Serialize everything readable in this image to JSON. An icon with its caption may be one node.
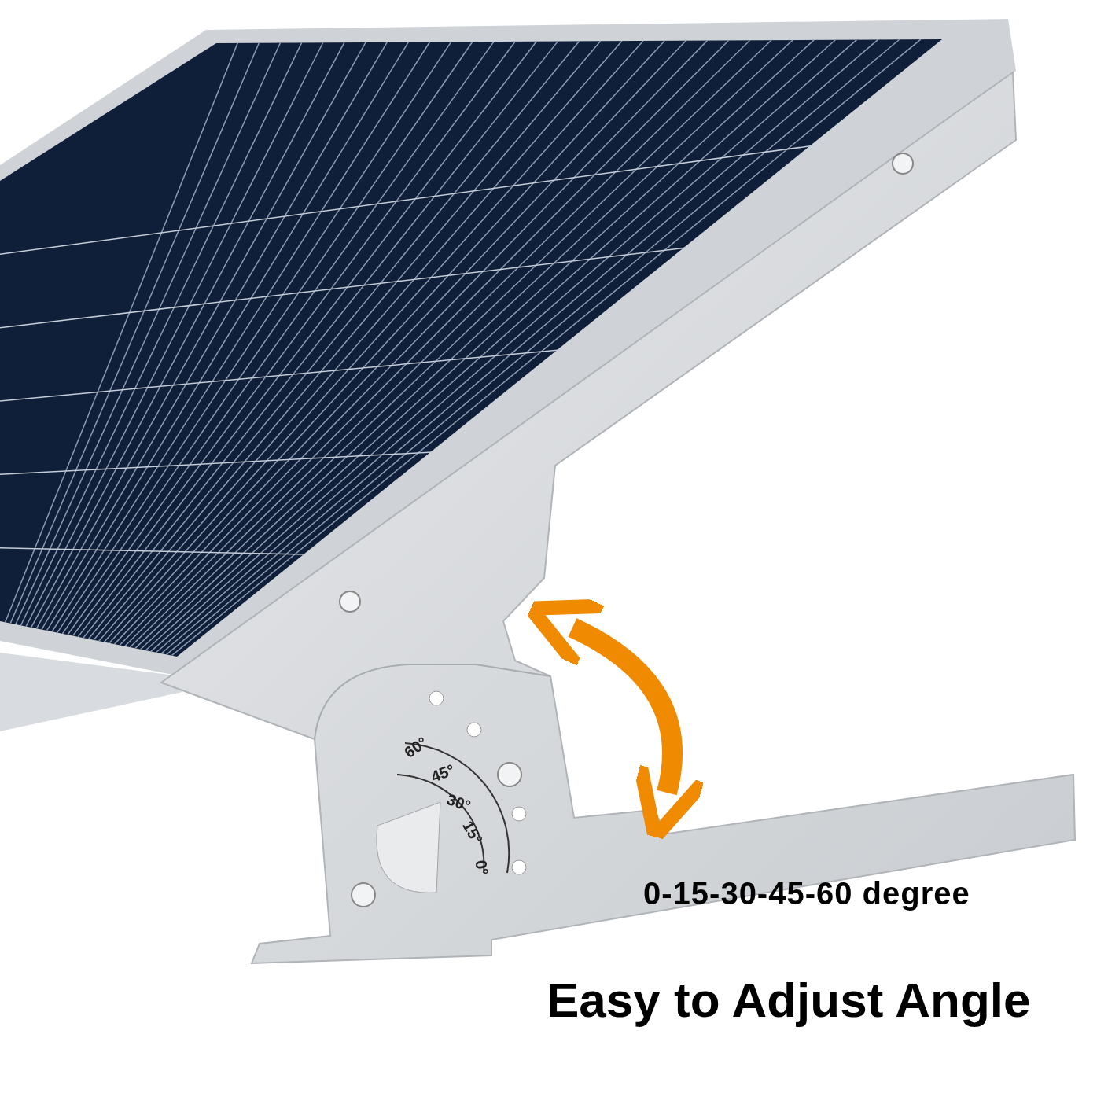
{
  "diagram": {
    "title": "Easy to Adjust Angle",
    "caption": "0-15-30-45-60 degree",
    "labels": [
      "60°",
      "45°",
      "30°",
      "15°",
      "0°"
    ]
  }
}
